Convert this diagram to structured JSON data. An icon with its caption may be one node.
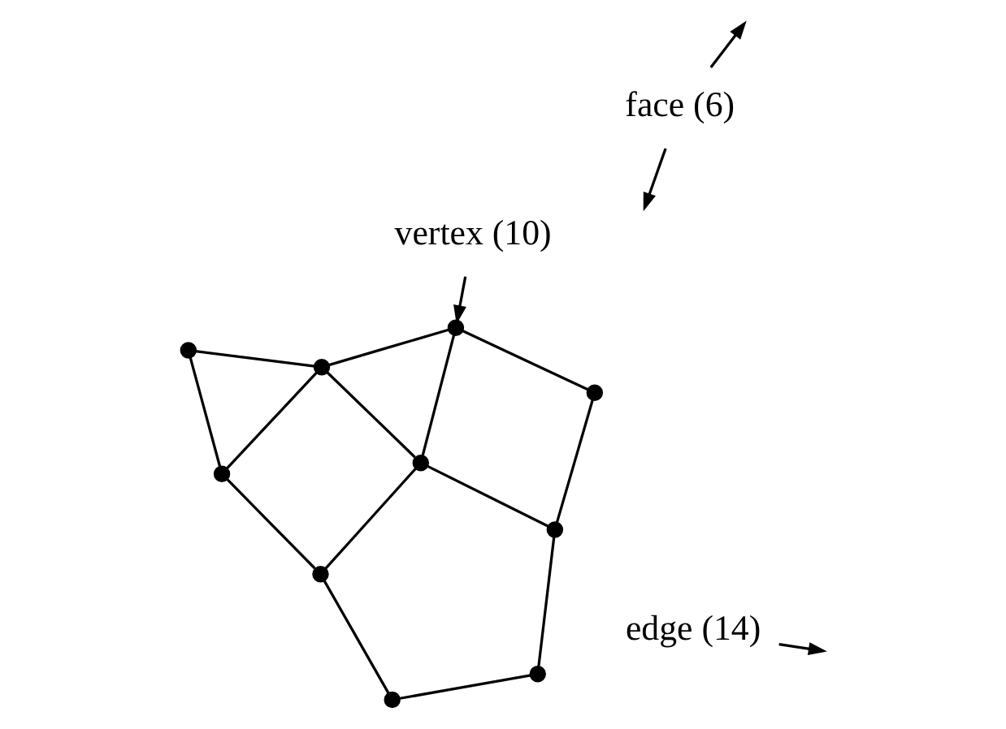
{
  "diagram": {
    "nodes": [
      {
        "text": [],
        "shape": "circle"
      },
      {
        "text": [],
        "shape": "circle"
      },
      {
        "text": [],
        "shape": "circle"
      },
      {
        "text": [],
        "shape": "circle"
      },
      {
        "text": [],
        "shape": "circle"
      },
      {
        "text": [],
        "shape": "circle"
      },
      {
        "text": [],
        "shape": "circle"
      },
      {
        "text": [],
        "shape": "circle"
      },
      {
        "text": [],
        "shape": "circle"
      },
      {
        "text": [],
        "shape": "circle"
      },
      {
        "text": [
          "edge (14)"
        ]
      },
      {
        "text": [
          "vertex (10)"
        ]
      },
      {
        "text": [
          "face (6)"
        ]
      }
    ],
    "edges": [
      {
        "from": 0,
        "to": 1,
        "arrow": "none"
      },
      {
        "from": 0,
        "to": 2,
        "arrow": "none"
      },
      {
        "from": 1,
        "to": 2,
        "arrow": "none"
      },
      {
        "from": 1,
        "to": 4,
        "arrow": "none"
      },
      {
        "from": 2,
        "to": 5,
        "arrow": "none"
      },
      {
        "from": 2,
        "to": 3,
        "arrow": "none"
      },
      {
        "from": 4,
        "to": 5,
        "arrow": "none"
      },
      {
        "from": 3,
        "to": 5,
        "arrow": "none"
      },
      {
        "from": 4,
        "to": 6,
        "arrow": "none"
      },
      {
        "from": 5,
        "to": 8,
        "arrow": "none"
      },
      {
        "from": 3,
        "to": 7,
        "arrow": "none"
      },
      {
        "from": 8,
        "to": 7,
        "arrow": "none"
      },
      {
        "from": 6,
        "to": 9,
        "arrow": "none"
      },
      {
        "from": 9,
        "to": 8,
        "arrow": "none"
      },
      {
        "from": 10,
        "to": null,
        "arrow": "to"
      },
      {
        "from": 11,
        "to": 3,
        "arrow": "to"
      },
      {
        "from": 12,
        "to": null,
        "arrow": "to"
      },
      {
        "from": 12,
        "to": null,
        "arrow": "to"
      }
    ]
  }
}
